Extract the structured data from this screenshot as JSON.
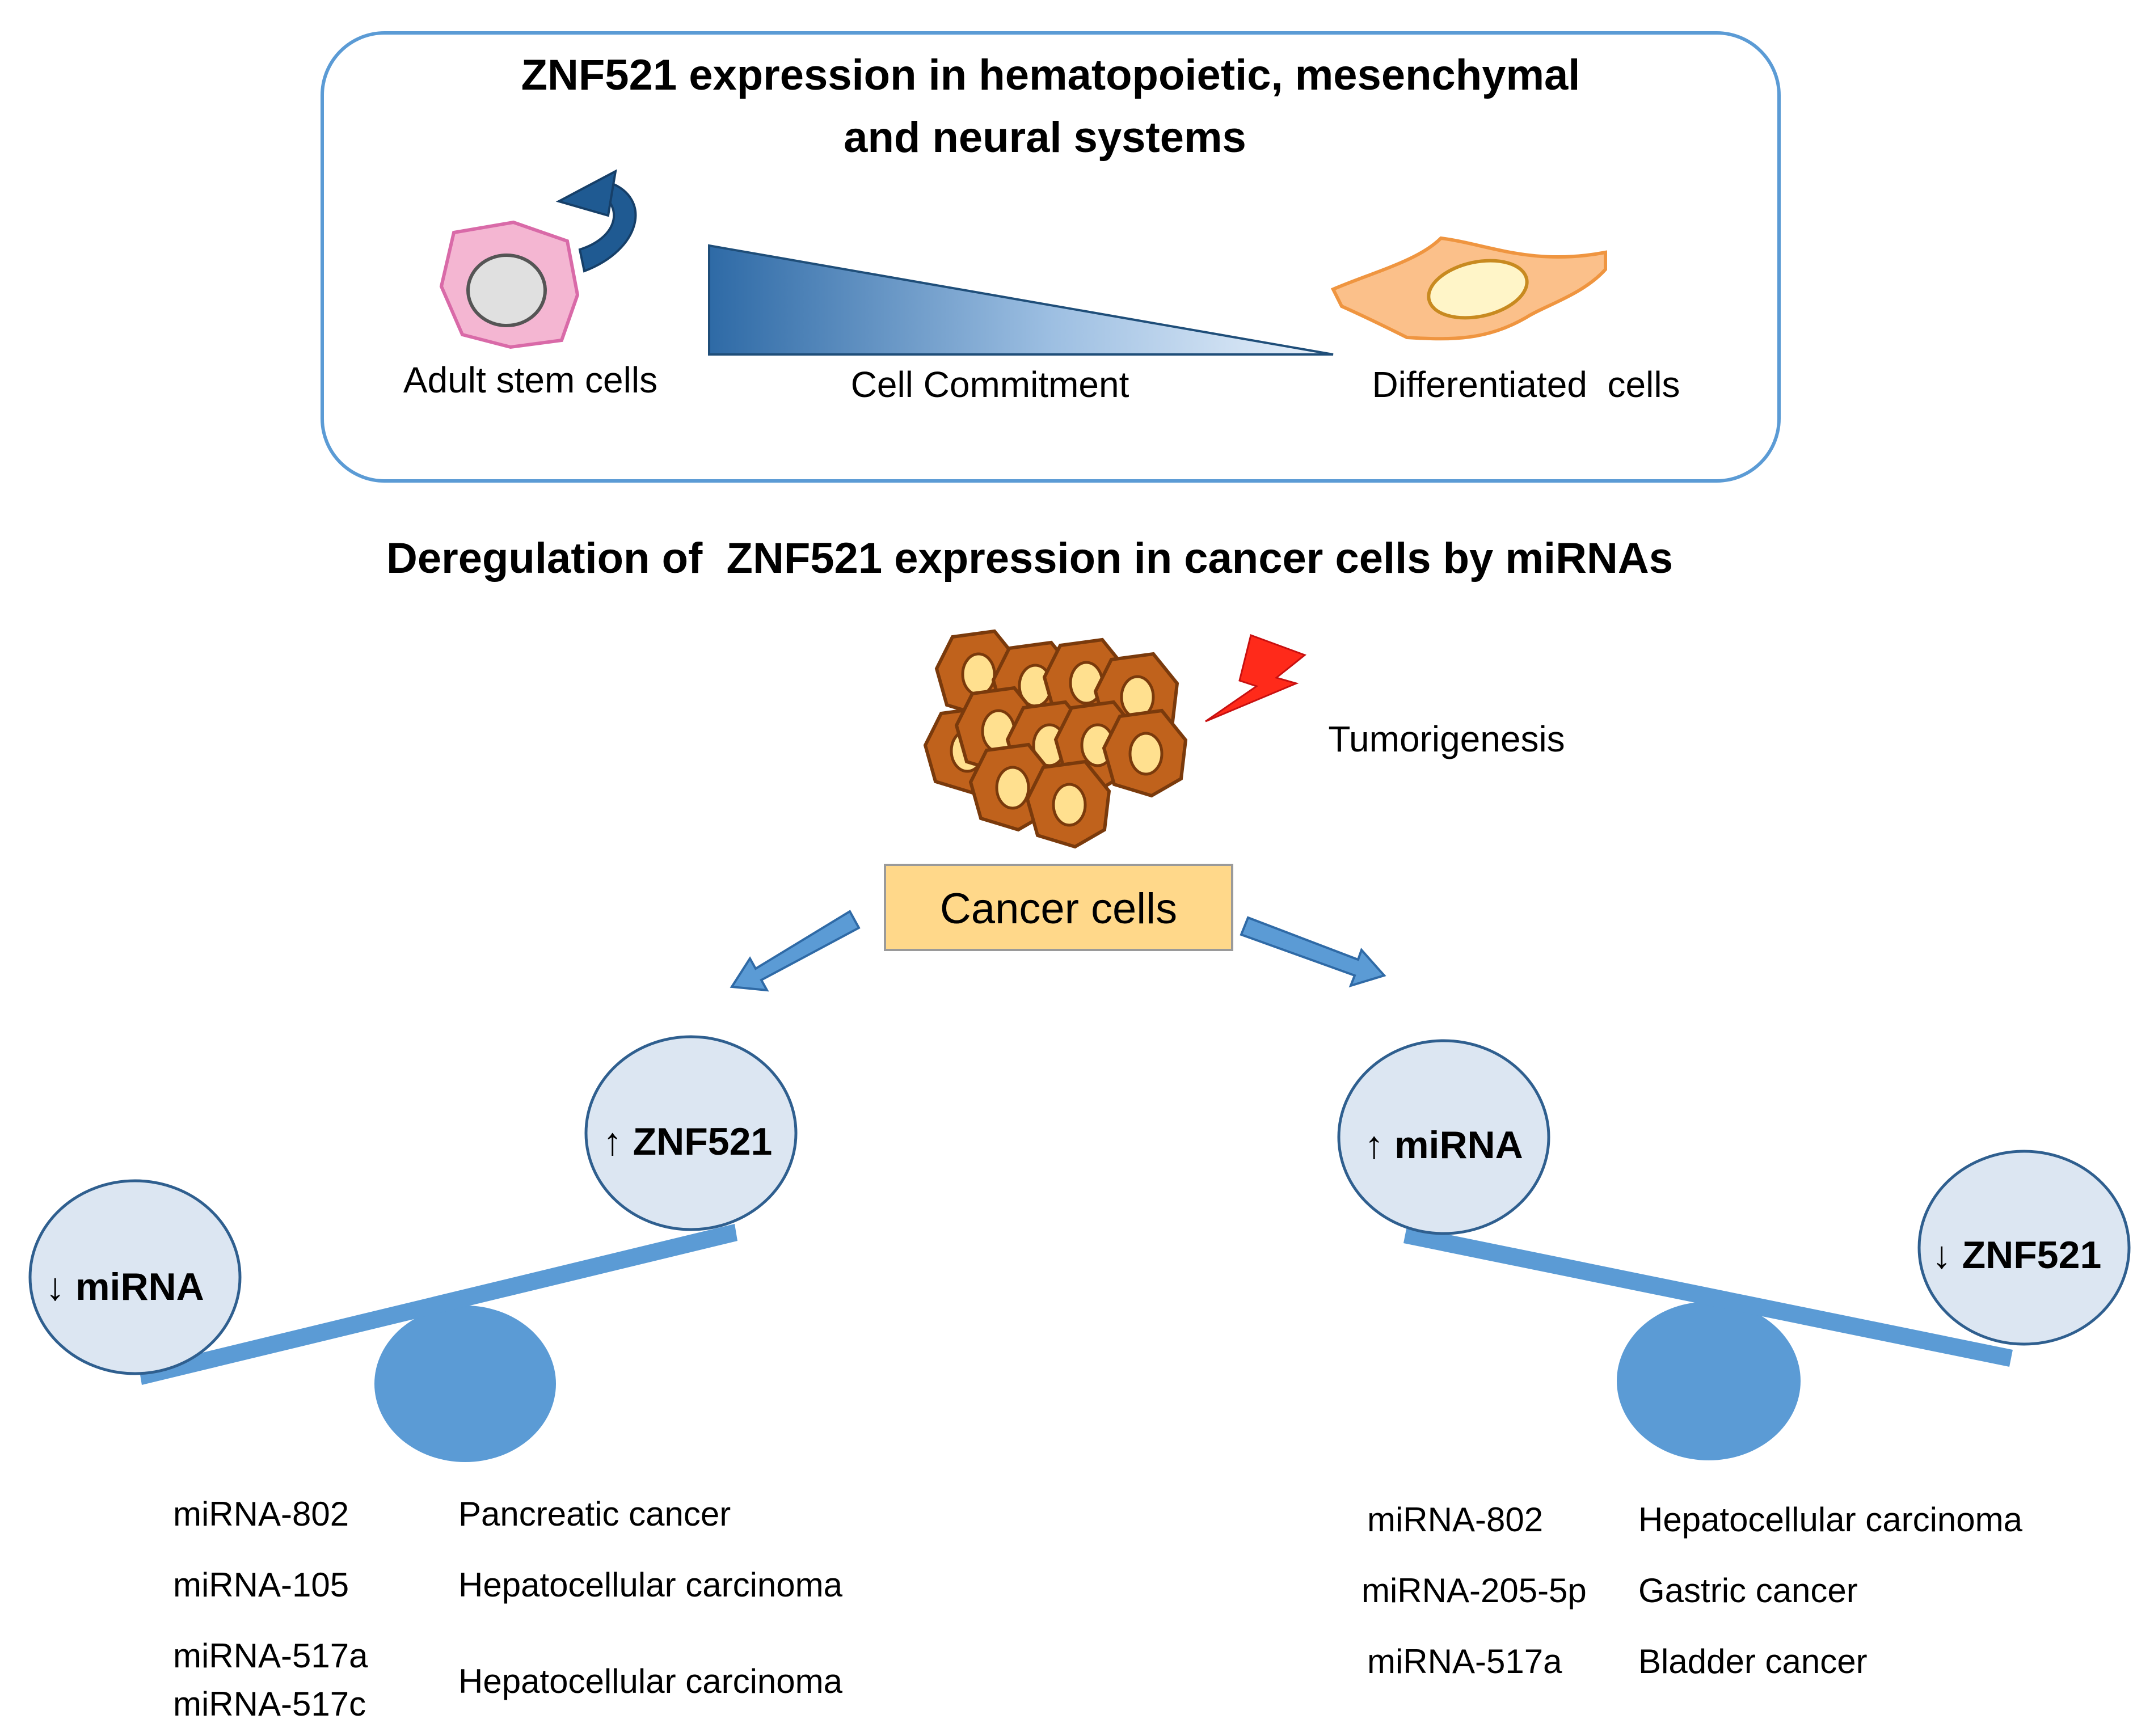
{
  "top_box": {
    "title_line1": "ZNF521 expression in hematopoietic, mesenchymal",
    "title_line2": "and neural systems",
    "left_label": "Adult stem cells",
    "middle_label": "Cell Commitment",
    "right_label": "Differentiated  cells"
  },
  "section_title": "Deregulation of  ZNF521 expression in cancer cells by miRNAs",
  "tumor_label": "Tumorigenesis",
  "cancer_box_label": "Cancer cells",
  "left_scale": {
    "high_circle": "↑ ZNF521",
    "low_circle": "↓ miRNA",
    "rows": [
      {
        "mirna": "miRNA-802",
        "cancer": "Pancreatic cancer"
      },
      {
        "mirna": "miRNA-105",
        "cancer": "Hepatocellular carcinoma"
      },
      {
        "mirna": "miRNA-517a",
        "cancer": "Hepatocellular carcinoma"
      },
      {
        "mirna": "miRNA-517c",
        "cancer": ""
      }
    ]
  },
  "right_scale": {
    "high_circle": "↑ miRNA",
    "low_circle": "↓ ZNF521",
    "rows": [
      {
        "mirna": "miRNA-802",
        "cancer": "Hepatocellular carcinoma"
      },
      {
        "mirna": "miRNA-205-5p",
        "cancer": "Gastric cancer"
      },
      {
        "mirna": "miRNA-517a",
        "cancer": "Bladder cancer"
      }
    ]
  },
  "colors": {
    "box_border": "#5b9bd5",
    "circle_fill": "#dce6f2",
    "beam": "#5b9bd5",
    "fulcrum": "#5b9bd5",
    "cancer_box": "#ffd88a",
    "stem_cell": "#f4b6d2",
    "diff_cell": "#fbc08a",
    "tumor_cell": "#c0621c",
    "bolt": "#ff2a1a"
  }
}
